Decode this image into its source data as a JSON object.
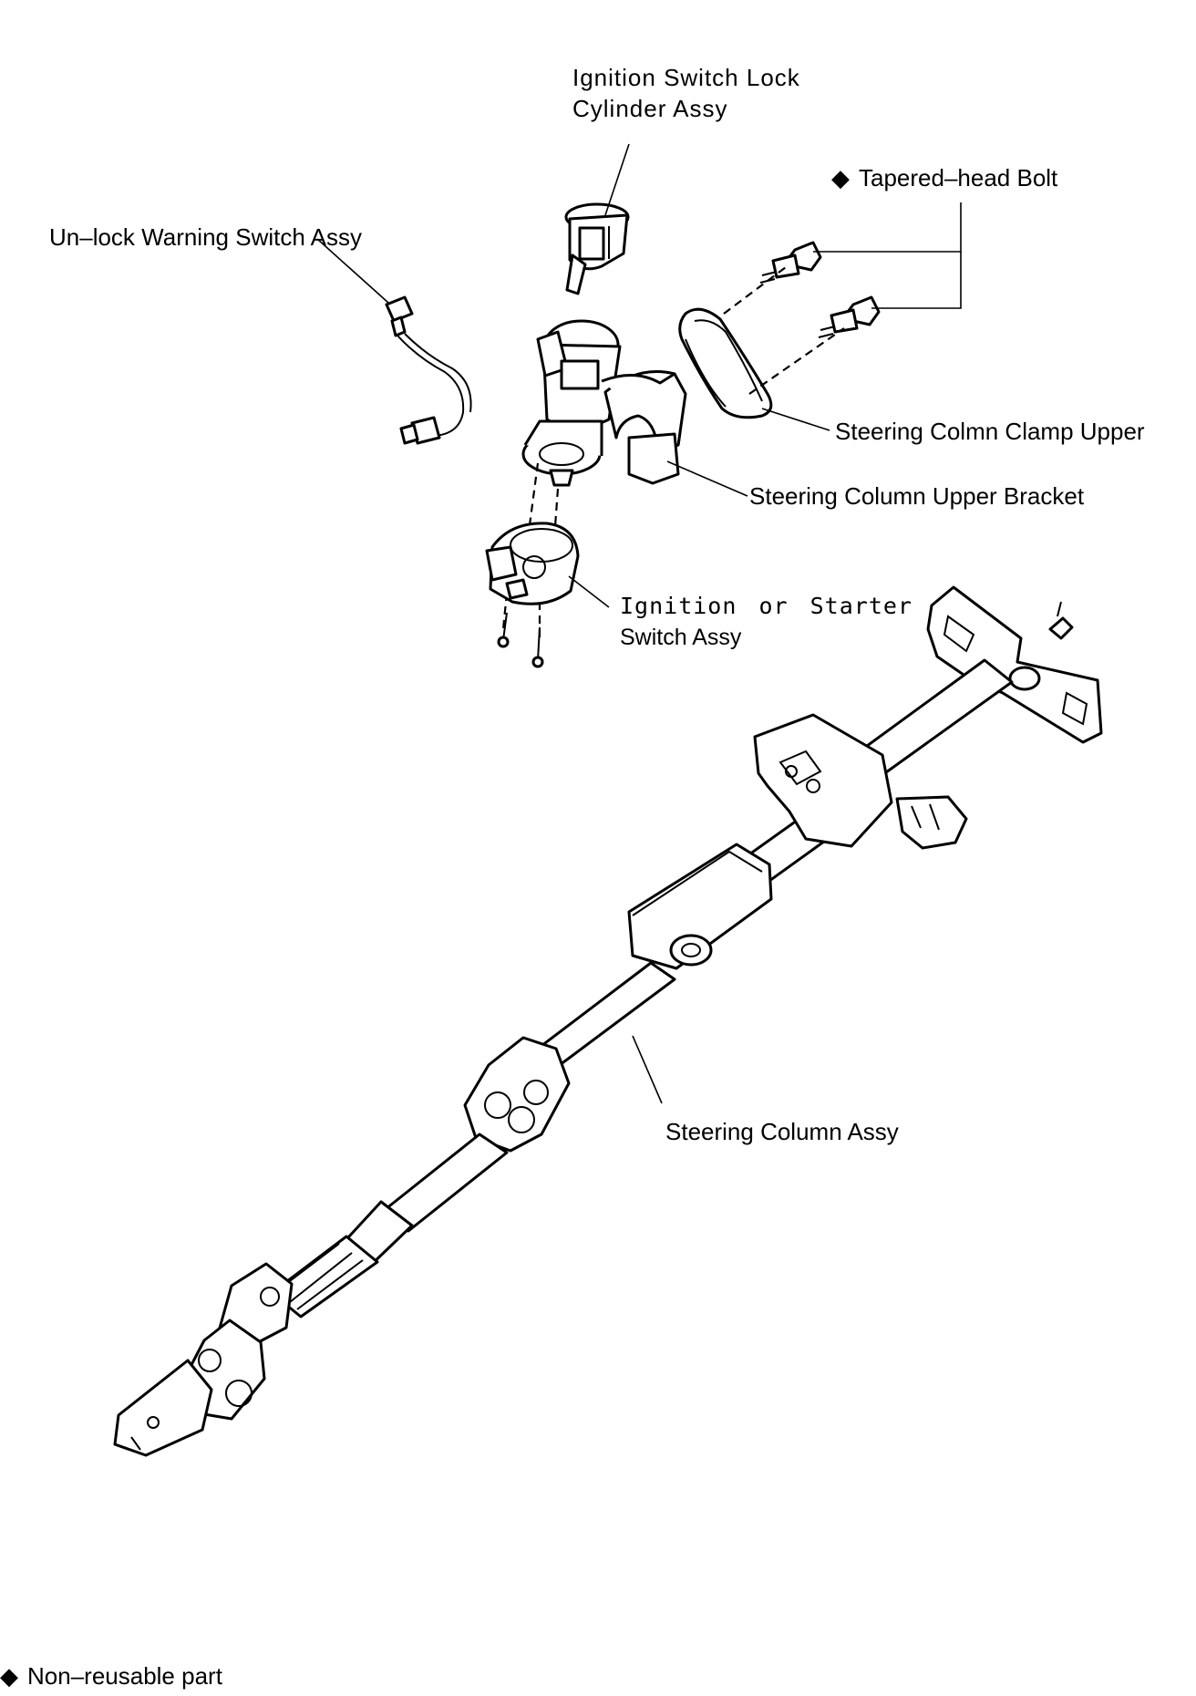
{
  "labels": {
    "lock_cylinder_line1": "Ignition Switch Lock",
    "lock_cylinder_line2": "Cylinder Assy",
    "bolt": "Tapered–head Bolt",
    "unlock_switch": "Un–lock Warning Switch Assy",
    "clamp_upper": "Steering Colmn Clamp Upper",
    "upper_bracket": "Steering Column Upper Bracket",
    "ignition_switch_line1": "Ignition or Starter",
    "ignition_switch_line2": "Switch Assy",
    "column_assy": "Steering Column Assy"
  },
  "legend": {
    "symbol": "◆",
    "text": "Non–reusable part"
  }
}
